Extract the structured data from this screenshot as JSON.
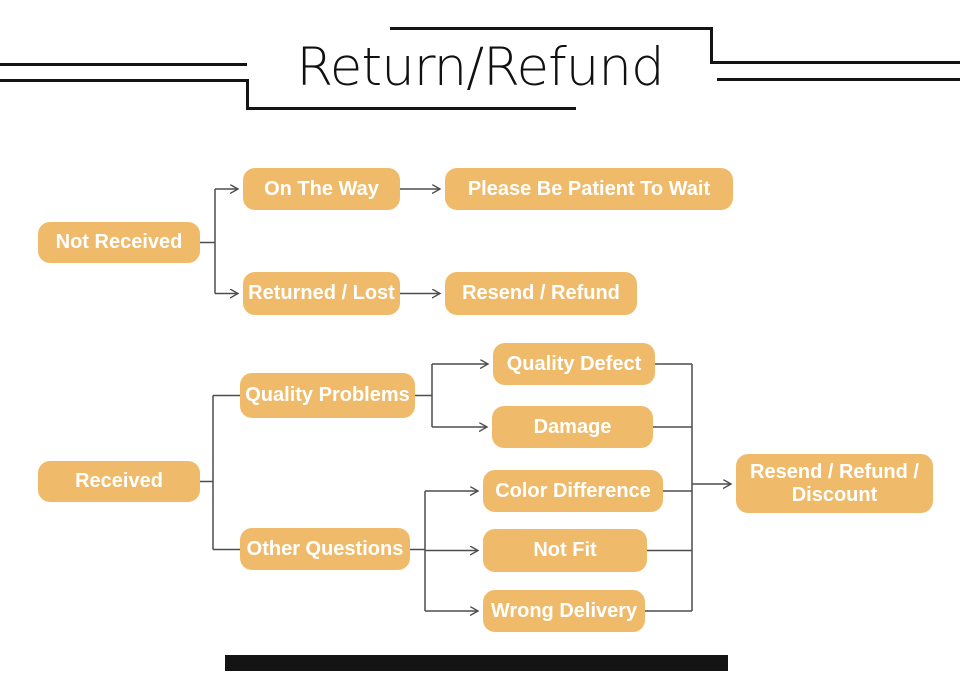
{
  "title": "Return/Refund",
  "colors": {
    "node_fill": "#efbb6a",
    "node_text": "#ffffff",
    "connector_line": "#4d4d4d",
    "title_text": "#111111",
    "decoration_bars": "#141414",
    "footer_bar": "#141414",
    "background": "#ffffff"
  },
  "flowchart": {
    "nodes": {
      "not_received": {
        "label": "Not Received"
      },
      "on_the_way": {
        "label": "On The Way"
      },
      "please_wait": {
        "label": "Please Be Patient To Wait"
      },
      "returned_lost": {
        "label": "Returned / Lost"
      },
      "resend_refund": {
        "label": "Resend / Refund"
      },
      "received": {
        "label": "Received"
      },
      "quality_problems": {
        "label": "Quality Problems"
      },
      "quality_defect": {
        "label": "Quality Defect"
      },
      "damage": {
        "label": "Damage"
      },
      "other_questions": {
        "label": "Other Questions"
      },
      "color_difference": {
        "label": "Color Difference"
      },
      "not_fit": {
        "label": "Not Fit"
      },
      "wrong_delivery": {
        "label": "Wrong Delivery"
      },
      "resend_refund_discount": {
        "label": "Resend / Refund / Discount"
      }
    },
    "edges": [
      {
        "from": "Not Received",
        "to": "On The Way",
        "arrow": true
      },
      {
        "from": "Not Received",
        "to": "Returned / Lost",
        "arrow": true
      },
      {
        "from": "On The Way",
        "to": "Please Be Patient To Wait",
        "arrow": true
      },
      {
        "from": "Returned / Lost",
        "to": "Resend / Refund",
        "arrow": true
      },
      {
        "from": "Received",
        "to": "Quality Problems",
        "arrow": false
      },
      {
        "from": "Received",
        "to": "Other Questions",
        "arrow": false
      },
      {
        "from": "Quality Problems",
        "to": "Quality Defect",
        "arrow": true
      },
      {
        "from": "Quality Problems",
        "to": "Damage",
        "arrow": true
      },
      {
        "from": "Other Questions",
        "to": "Color Difference",
        "arrow": true
      },
      {
        "from": "Other Questions",
        "to": "Not Fit",
        "arrow": true
      },
      {
        "from": "Other Questions",
        "to": "Wrong Delivery",
        "arrow": true
      },
      {
        "from": "Quality Defect",
        "to": "Resend / Refund / Discount",
        "arrow": true
      },
      {
        "from": "Damage",
        "to": "Resend / Refund / Discount",
        "arrow": true
      },
      {
        "from": "Color Difference",
        "to": "Resend / Refund / Discount",
        "arrow": true
      },
      {
        "from": "Not Fit",
        "to": "Resend / Refund / Discount",
        "arrow": true
      },
      {
        "from": "Wrong Delivery",
        "to": "Resend / Refund / Discount",
        "arrow": true
      }
    ]
  }
}
